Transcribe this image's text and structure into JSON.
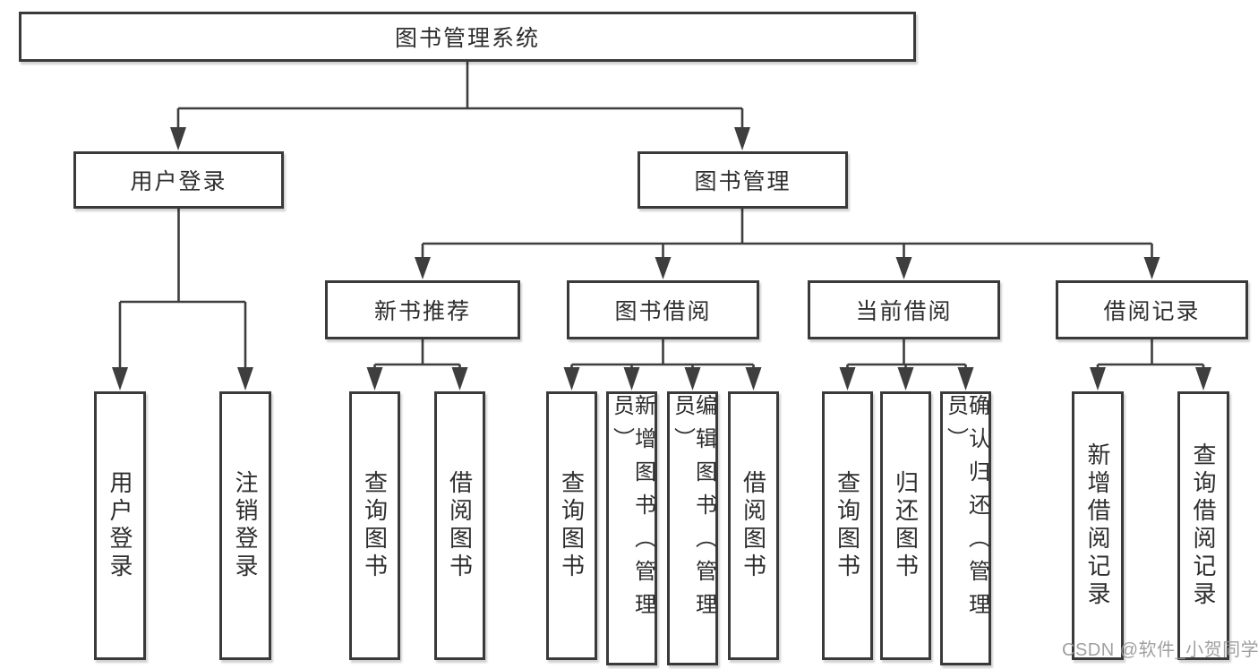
{
  "diagram": {
    "root": {
      "label": "图书管理系统"
    },
    "level2": [
      {
        "label": "用户登录",
        "children": [
          {
            "label": "用户登录"
          },
          {
            "label": "注销登录"
          }
        ]
      },
      {
        "label": "图书管理"
      }
    ],
    "groups": [
      {
        "label": "新书推荐",
        "children": [
          {
            "label": "查询图书"
          },
          {
            "label": "借阅图书"
          }
        ]
      },
      {
        "label": "图书借阅",
        "children": [
          {
            "label": "查询图书"
          },
          {
            "label": "新增图书（管理员）"
          },
          {
            "label": "编辑图书（管理员）"
          },
          {
            "label": "借阅图书"
          }
        ]
      },
      {
        "label": "当前借阅",
        "children": [
          {
            "label": "查询图书"
          },
          {
            "label": "归还图书"
          },
          {
            "label": "确认归还（管理员）"
          }
        ]
      },
      {
        "label": "借阅记录",
        "children": [
          {
            "label": "新增借阅记录"
          },
          {
            "label": "查询借阅记录"
          }
        ]
      }
    ],
    "watermark": "CSDN @软件_小贺同学",
    "colors": {
      "line": "#3e3e3e",
      "box_border": "#3a3a3a",
      "text": "#2e2e2e",
      "watermark": "#989898",
      "background": "#ffffff"
    }
  }
}
